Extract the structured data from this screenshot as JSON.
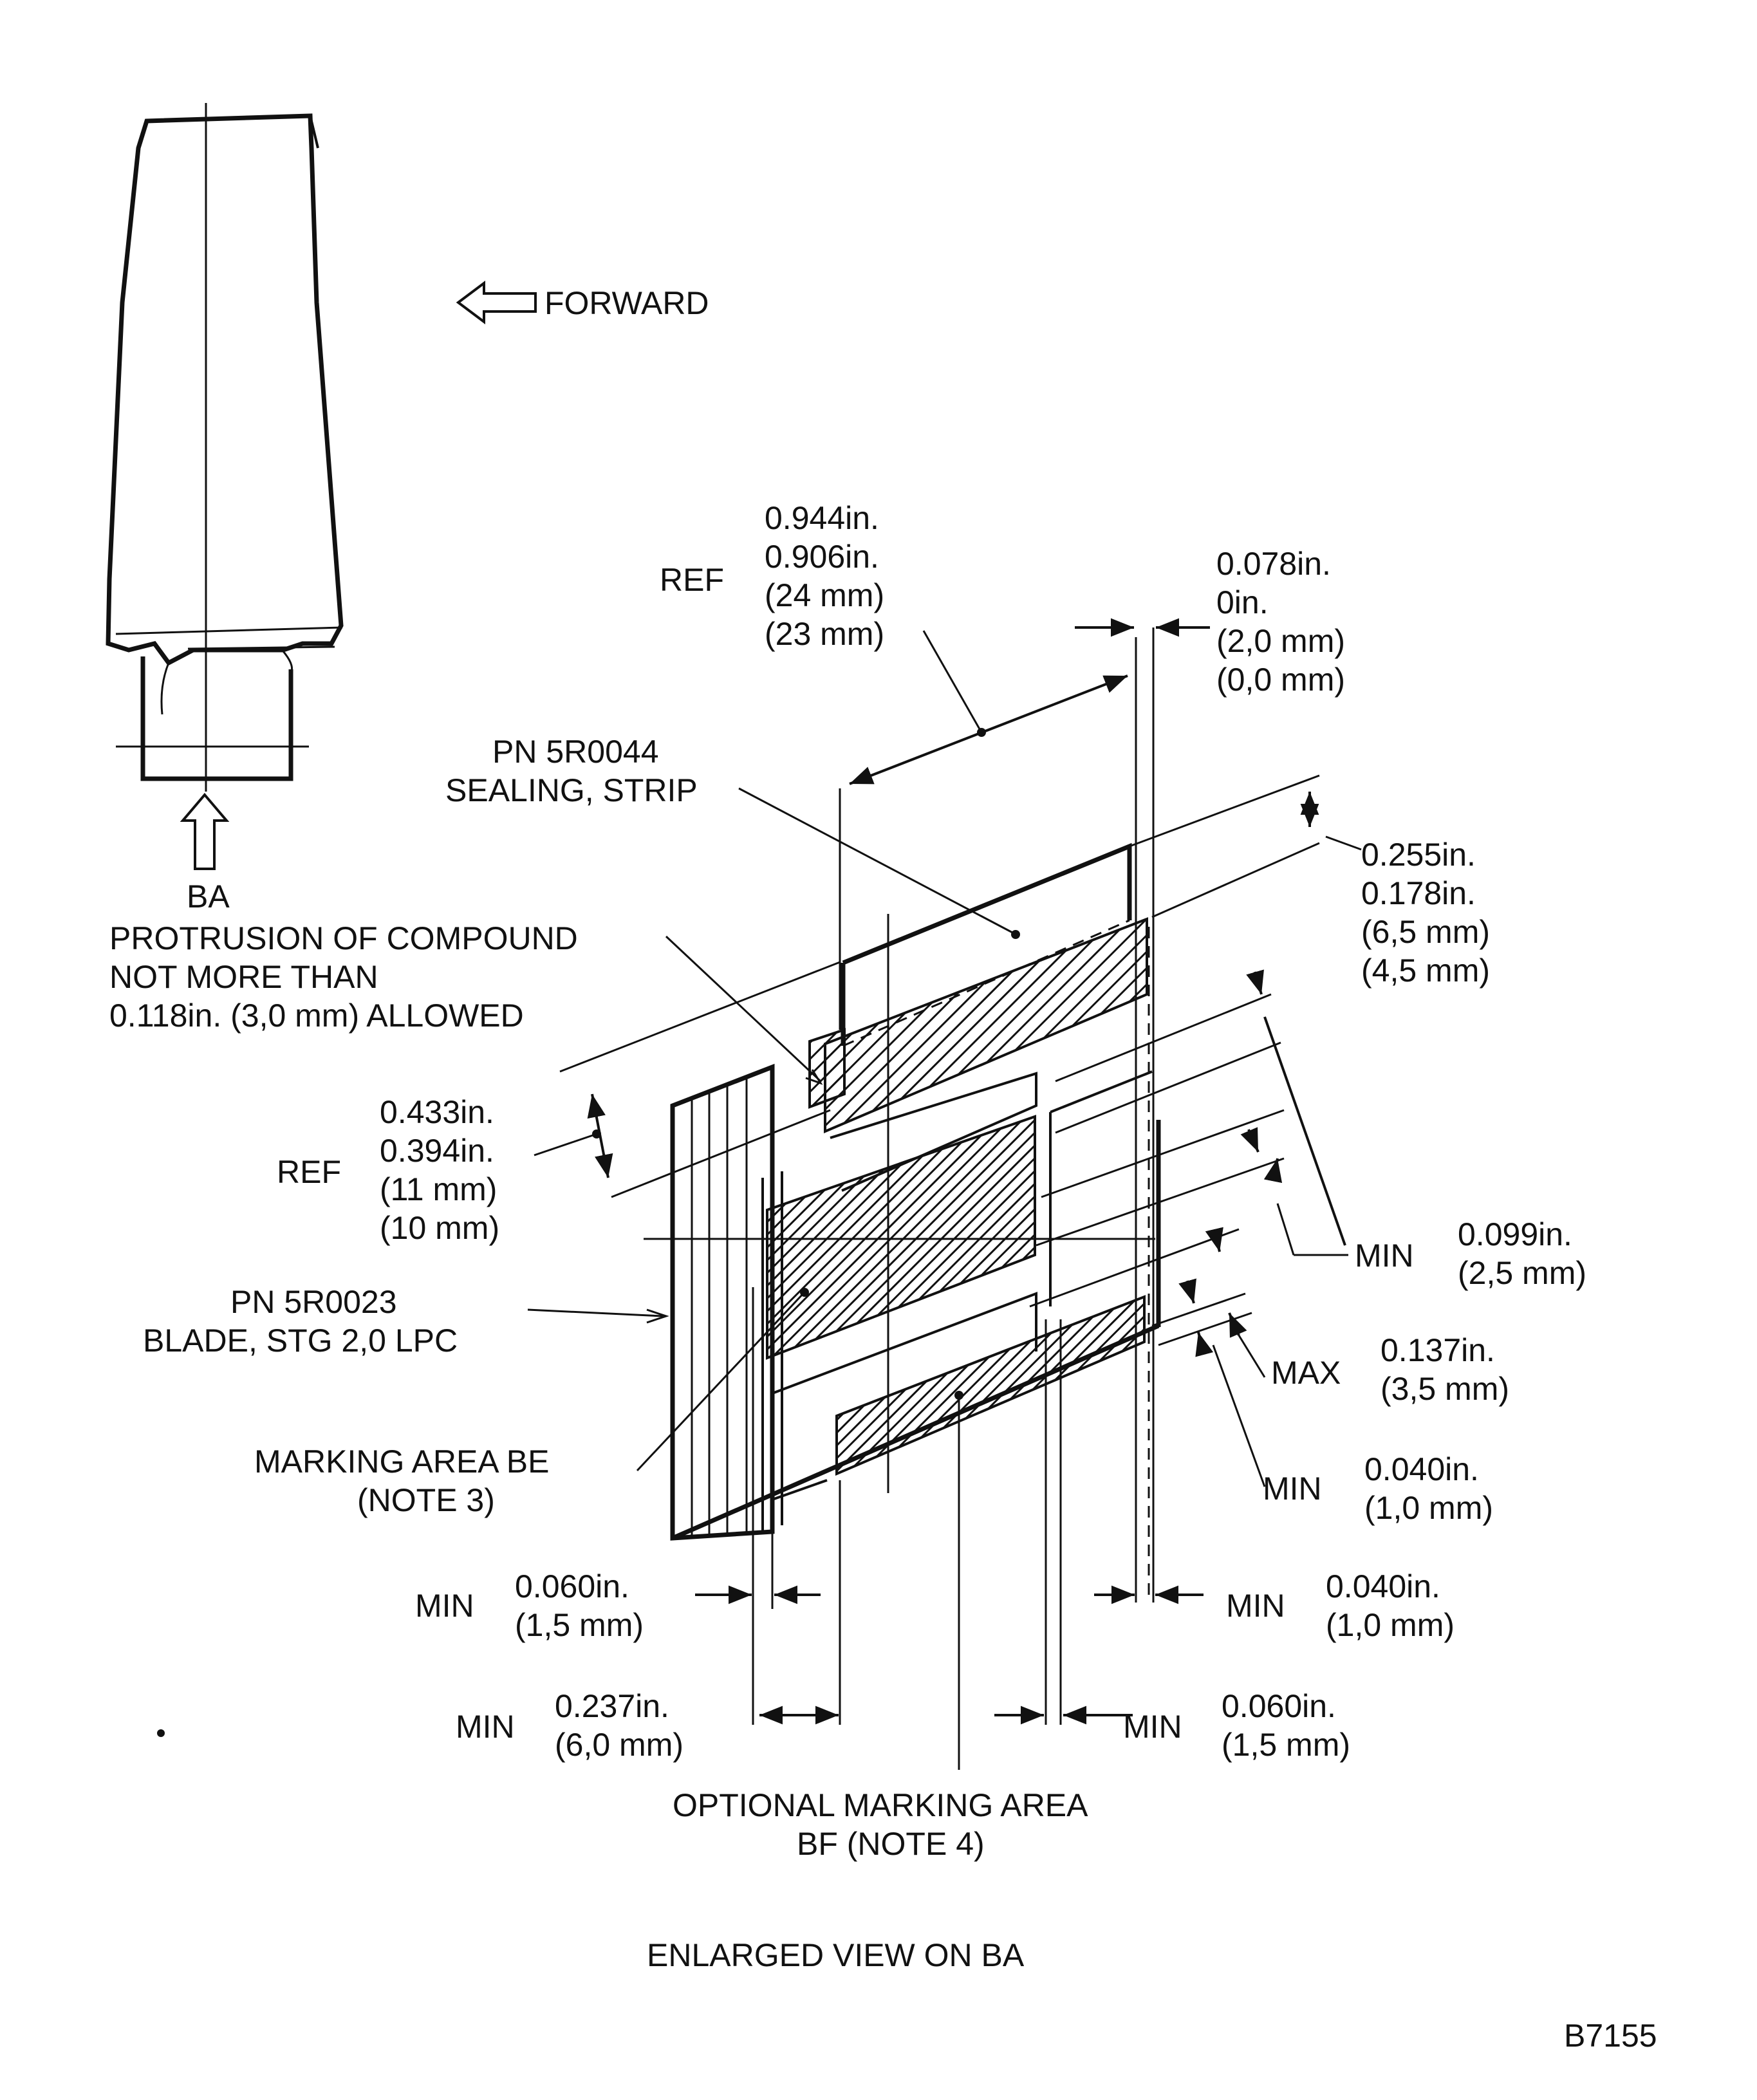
{
  "labels": {
    "forward": "FORWARD",
    "ba_arrow": "BA",
    "protrusion": [
      "PROTRUSION OF COMPOUND",
      "NOT MORE THAN",
      "0.118in. (3,0 mm) ALLOWED"
    ],
    "ref_top": "REF",
    "dim_top_width": [
      "0.944in.",
      "0.906in.",
      "(24 mm)",
      "(23 mm)"
    ],
    "dim_top_right": [
      "0.078in.",
      "0in.",
      "(2,0 mm)",
      "(0,0 mm)"
    ],
    "sealing_strip": [
      "PN 5R0044",
      "SEALING, STRIP"
    ],
    "dim_strip_height": [
      "0.255in.",
      "0.178in.",
      "(6,5 mm)",
      "(4,5 mm)"
    ],
    "ref_left": "REF",
    "dim_left_height": [
      "0.433in.",
      "0.394in.",
      "(11 mm)",
      "(10 mm)"
    ],
    "min_099_word": "MIN",
    "min_099_value": [
      "0.099in.",
      "(2,5 mm)"
    ],
    "blade": [
      "PN 5R0023",
      "BLADE, STG 2,0 LPC"
    ],
    "max_137_word": "MAX",
    "max_137_value": [
      "0.137in.",
      "(3,5 mm)"
    ],
    "marking_be": [
      "MARKING  AREA  BE",
      "(NOTE  3)"
    ],
    "min_040_right_word": "MIN",
    "min_040_right_value": [
      "0.040in.",
      "(1,0 mm)"
    ],
    "min_060_left_word": "MIN",
    "min_060_left_value": [
      "0.060in.",
      "(1,5 mm)"
    ],
    "min_040_bottom_word": "MIN",
    "min_040_bottom_value": [
      "0.040in.",
      "(1,0 mm)"
    ],
    "min_237_word": "MIN",
    "min_237_value": [
      "0.237in.",
      "(6,0 mm)"
    ],
    "min_060_bottom_word": "MIN",
    "min_060_bottom_value": [
      "0.060in.",
      "(1,5 mm)"
    ],
    "optional_marking": [
      "OPTIONAL  MARKING  AREA",
      "BF  (NOTE  4)"
    ],
    "caption": "ENLARGED  VIEW  ON  BA",
    "figure_id": "B7155"
  }
}
